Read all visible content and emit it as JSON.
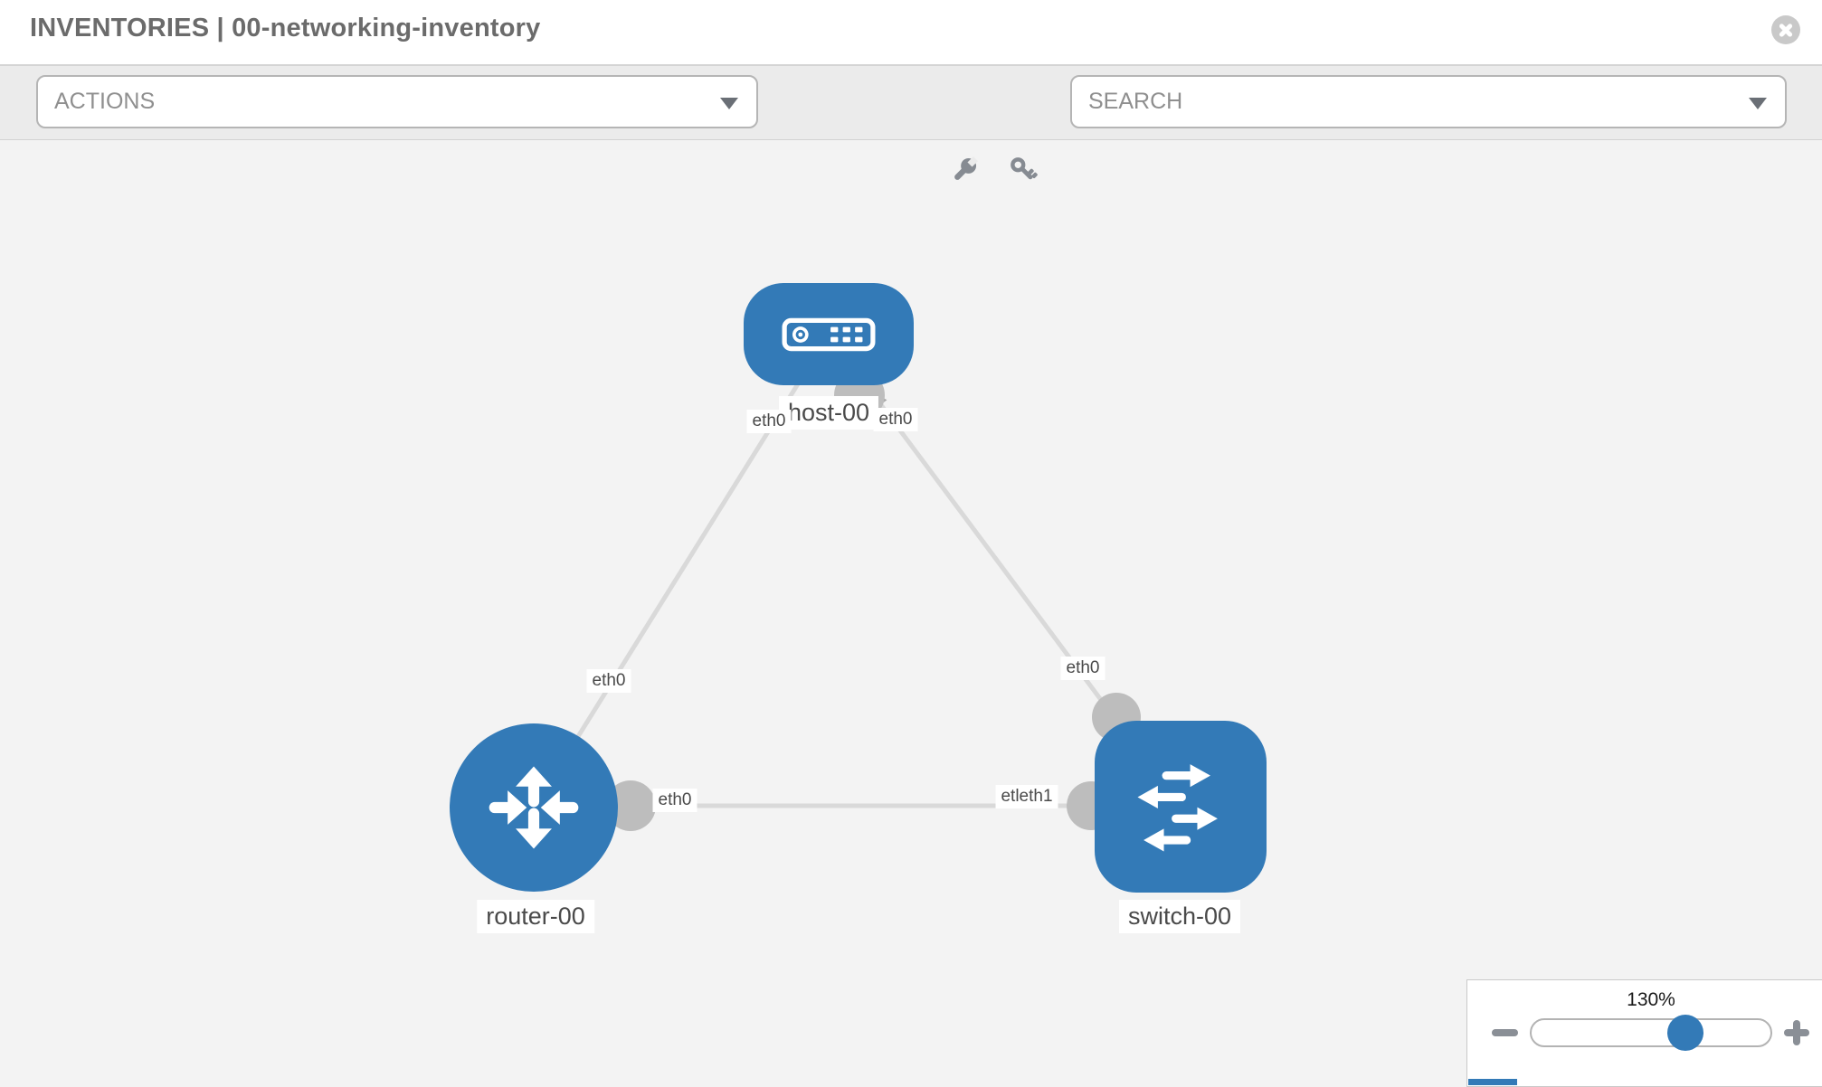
{
  "header": {
    "title": "INVENTORIES | 00-networking-inventory"
  },
  "toolbar": {
    "actions_label": "ACTIONS",
    "search_label": "SEARCH",
    "icons": [
      "wrench-icon",
      "key-icon"
    ]
  },
  "topology": {
    "nodes": [
      {
        "id": "host-00",
        "type": "host",
        "label": "host-00"
      },
      {
        "id": "router-00",
        "type": "router",
        "label": "router-00"
      },
      {
        "id": "switch-00",
        "type": "switch",
        "label": "switch-00"
      }
    ],
    "links": [
      {
        "from": "host-00",
        "to": "router-00",
        "from_interface": "eth0",
        "to_interface": "eth0"
      },
      {
        "from": "host-00",
        "to": "switch-00",
        "from_interface": "eth0",
        "to_interface": "eth0"
      },
      {
        "from": "router-00",
        "to": "switch-00",
        "from_interface": "eth0",
        "to_interface": "eth1"
      }
    ],
    "interface_labels": {
      "host_to_router": "eth0",
      "host_to_switch": "eth0",
      "router_to_host": "eth0",
      "router_to_switch": "eth0",
      "switch_to_host": "eth0",
      "switch_to_router": "etleth1"
    }
  },
  "zoom_control": {
    "level": "130%"
  },
  "colors": {
    "node_blue": "#337ab7",
    "edge_gray": "#d9d9d9",
    "interface_gray": "#bdbdbd",
    "canvas_bg": "#f3f3f3",
    "toolbar_bg": "#ebebeb"
  }
}
